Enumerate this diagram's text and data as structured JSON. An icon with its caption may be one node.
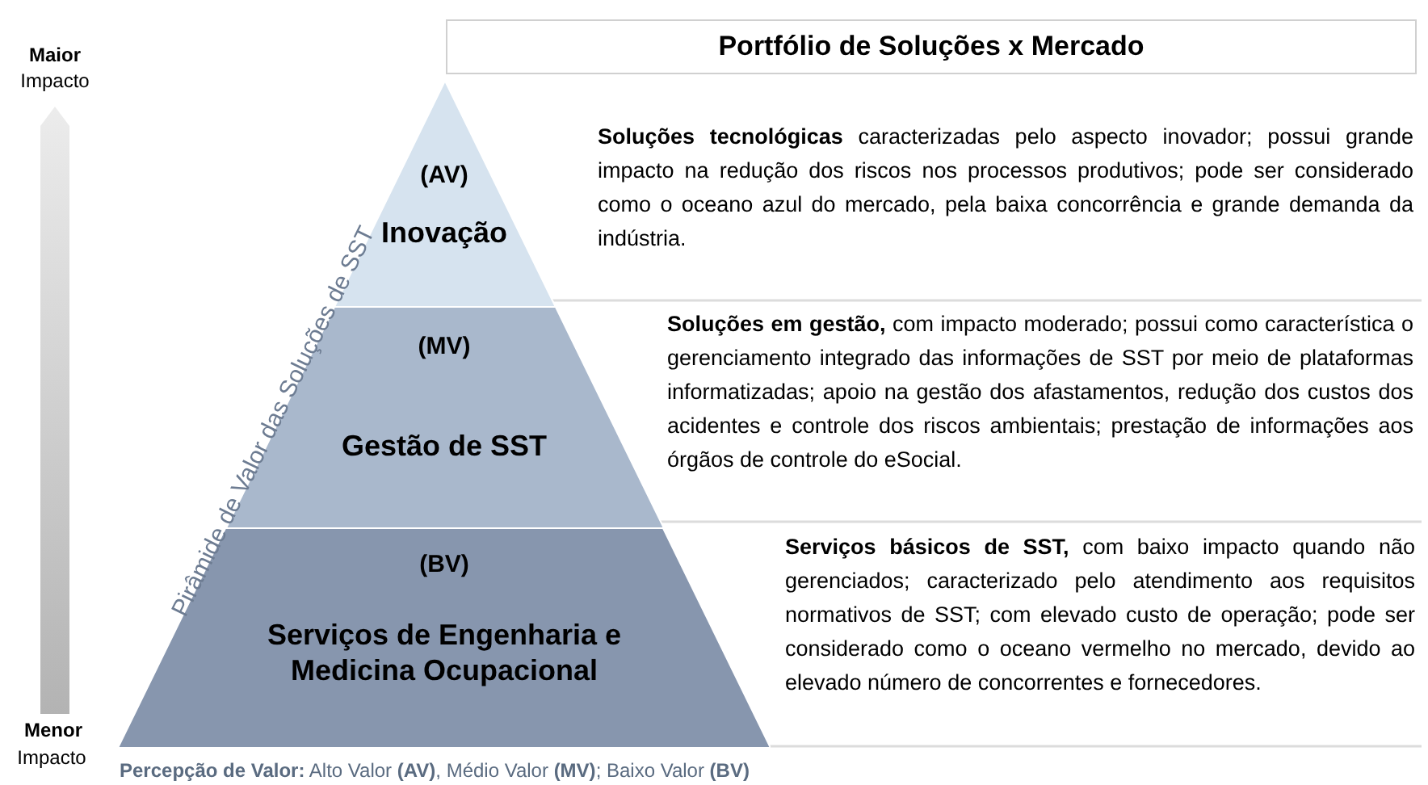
{
  "diagram": {
    "title": "Portfólio de Soluções x Mercado",
    "nodes": [
      {
        "text": [
          "(AV)",
          "Inovação"
        ],
        "beside": [
          "**Soluções tecnológicas** caracterizadas pelo aspecto inovador; possui grande impacto na redução dos riscos nos processos produtivos; pode ser considerado como o oceano azul do mercado, pela baixa concorrência e grande demanda da indústria."
        ]
      },
      {
        "text": [
          "(MV)",
          "Gestão de SST"
        ],
        "beside": [
          "**Soluções em gestão,** com impacto moderado; possui como característica o gerenciamento integrado das informações de SST por meio de plataformas informatizadas; apoio na gestão dos afastamentos, redução dos custos dos acidentes e controle dos riscos ambientais; prestação de informações aos órgãos de controle do eSocial."
        ]
      },
      {
        "text": [
          "(BV)",
          "Serviços de Engenharia e Medicina Ocupacional"
        ],
        "beside": [
          "**Serviços básicos de SST,** com baixo impacto quando não gerenciados; caracterizado pelo atendimento aos requisitos normativos de SST; com elevado custo de operação; pode ser considerado como o oceano vermelho no mercado, devido ao elevado número de concorrentes e fornecedores."
        ]
      }
    ],
    "labels": [
      "Maior",
      "Impacto",
      "Menor",
      "Impacto",
      "Pirâmide de Valor das Soluções de SST",
      "**Percepção de Valor:** Alto Valor **(AV)**, Médio Valor **(MV)**; Baixo Valor **(BV)**"
    ]
  }
}
